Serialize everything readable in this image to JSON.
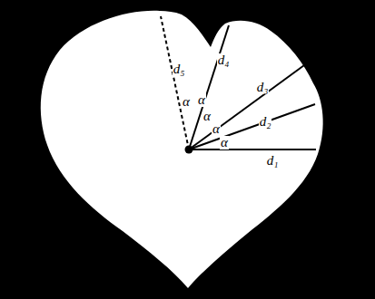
{
  "diagram": {
    "labels": [
      "d₁",
      "d₂",
      "d₃",
      "d₄",
      "d₅",
      "α",
      "α",
      "α",
      "α",
      "α"
    ]
  }
}
